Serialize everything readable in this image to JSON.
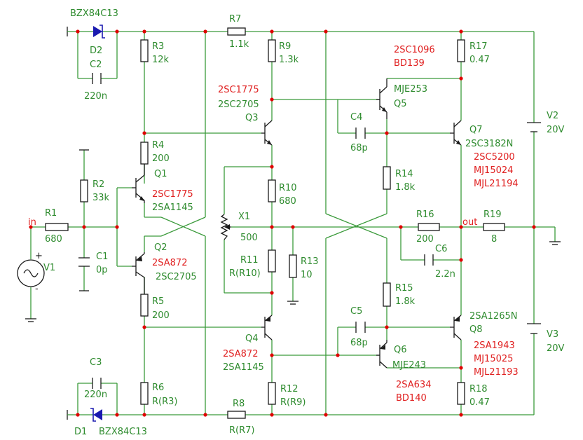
{
  "components": {
    "R1": {
      "name": "R1",
      "value": "680"
    },
    "R2": {
      "name": "R2",
      "value": "33k"
    },
    "R3": {
      "name": "R3",
      "value": "12k"
    },
    "R4": {
      "name": "R4",
      "value": "200"
    },
    "R5": {
      "name": "R5",
      "value": "200"
    },
    "R6": {
      "name": "R6",
      "value": "R(R3)"
    },
    "R7": {
      "name": "R7",
      "value": "1.1k"
    },
    "R8": {
      "name": "R8",
      "value": "R(R7)"
    },
    "R9": {
      "name": "R9",
      "value": "1.3k"
    },
    "R10": {
      "name": "R10",
      "value": "680"
    },
    "R11": {
      "name": "R11",
      "value": "R(R10)"
    },
    "R12": {
      "name": "R12",
      "value": "R(R9)"
    },
    "R13": {
      "name": "R13",
      "value": "10"
    },
    "R14": {
      "name": "R14",
      "value": "1.8k"
    },
    "R15": {
      "name": "R15",
      "value": "1.8k"
    },
    "R16": {
      "name": "R16",
      "value": "200"
    },
    "R17": {
      "name": "R17",
      "value": "0.47"
    },
    "R18": {
      "name": "R18",
      "value": "0.47"
    },
    "R19": {
      "name": "R19",
      "value": "8"
    },
    "C1": {
      "name": "C1",
      "value": "0p"
    },
    "C2": {
      "name": "C2",
      "value": "220n"
    },
    "C3": {
      "name": "C3",
      "value": "220n"
    },
    "C4": {
      "name": "C4",
      "value": "68p"
    },
    "C5": {
      "name": "C5",
      "value": "68p"
    },
    "C6": {
      "name": "C6",
      "value": "2.2n"
    },
    "D1": {
      "name": "D1",
      "part": "BZX84C13"
    },
    "D2": {
      "name": "D2",
      "part": "BZX84C13"
    },
    "X1": {
      "name": "X1",
      "value": "500"
    },
    "V1": {
      "name": "V1"
    },
    "V2": {
      "name": "V2",
      "value": "20V"
    },
    "V3": {
      "name": "V3",
      "value": "20V"
    },
    "Q1": {
      "name": "Q1",
      "part": "2SC1775",
      "alt": "2SA1145"
    },
    "Q2": {
      "name": "Q2",
      "part": "2SA872",
      "alt": "2SC2705"
    },
    "Q3": {
      "name": "Q3",
      "part": "2SC1775",
      "alt": "2SC2705"
    },
    "Q4": {
      "name": "Q4",
      "part": "2SA872",
      "alt": "2SA1145"
    },
    "Q5": {
      "name": "Q5",
      "part": "MJE253",
      "alt1": "2SC1096",
      "alt2": "BD139"
    },
    "Q6": {
      "name": "Q6",
      "part": "MJE243",
      "alt1": "2SA634",
      "alt2": "BD140"
    },
    "Q7": {
      "name": "Q7",
      "part": "2SC3182N",
      "alt1": "2SC5200",
      "alt2": "MJ15024",
      "alt3": "MJL21194"
    },
    "Q8": {
      "name": "Q8",
      "part": "2SA1265N",
      "alt1": "2SA1943",
      "alt2": "MJ15025",
      "alt3": "MJL21193"
    }
  },
  "nets": {
    "in": "in",
    "out": "out"
  },
  "colors": {
    "wire": "#3a9a3a",
    "component": "#1a1a1a",
    "node": "#e00000",
    "zener": "#1a1ab0",
    "label_green": "#2e8b2e",
    "label_red": "#e02020"
  }
}
